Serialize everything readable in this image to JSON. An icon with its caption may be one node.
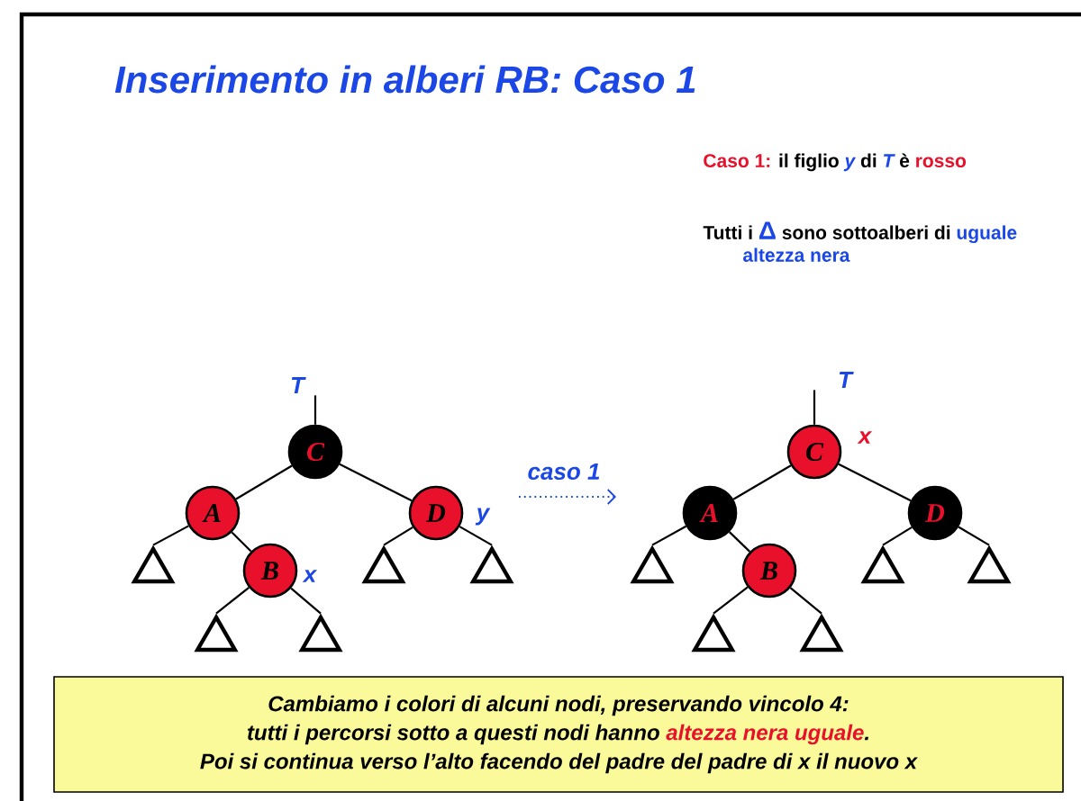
{
  "diagram": {
    "title": "Inserimento in alberi RB: Caso 1",
    "nodes": [
      {
        "text": [
          "T"
        ]
      },
      {
        "text": [
          "C"
        ]
      },
      {
        "text": [
          "A"
        ]
      },
      {
        "text": [
          "D"
        ],
        "beside": [
          "y"
        ]
      },
      {
        "text": [
          "B"
        ],
        "beside": [
          "x"
        ]
      },
      {
        "text": [],
        "shape": "triangle"
      },
      {
        "text": [],
        "shape": "triangle"
      },
      {
        "text": [],
        "shape": "triangle"
      },
      {
        "text": [],
        "shape": "triangle"
      },
      {
        "text": [],
        "shape": "triangle"
      },
      {
        "text": [
          "T"
        ]
      },
      {
        "text": [
          "C"
        ],
        "beside": [
          "x"
        ]
      },
      {
        "text": [
          "A"
        ]
      },
      {
        "text": [
          "D"
        ]
      },
      {
        "text": [
          "B"
        ]
      },
      {
        "text": [],
        "shape": "triangle"
      },
      {
        "text": [],
        "shape": "triangle"
      },
      {
        "text": [],
        "shape": "triangle"
      },
      {
        "text": [],
        "shape": "triangle"
      },
      {
        "text": [],
        "shape": "triangle"
      },
      {
        "text": [
          "Cambiamo i  colori di alcuni nodi, preservando vincolo 4:",
          "tutti i percorsi sotto a questi nodi hanno",
          "altezza nera uguale",
          ".",
          "Poi si continua verso l’alto facendo del padre del padre di x il nuovo x"
        ]
      }
    ],
    "edges": [
      {
        "from": 0,
        "to": 1,
        "arrow": "none"
      },
      {
        "from": 1,
        "to": 2,
        "arrow": "none"
      },
      {
        "from": 1,
        "to": 3,
        "arrow": "none"
      },
      {
        "from": 2,
        "to": 5,
        "arrow": "none"
      },
      {
        "from": 2,
        "to": 4,
        "arrow": "none"
      },
      {
        "from": 4,
        "to": 6,
        "arrow": "none"
      },
      {
        "from": 4,
        "to": 7,
        "arrow": "none"
      },
      {
        "from": 3,
        "to": 8,
        "arrow": "none"
      },
      {
        "from": 3,
        "to": 9,
        "arrow": "none"
      },
      {
        "from": 10,
        "to": 11,
        "arrow": "none"
      },
      {
        "from": 11,
        "to": 12,
        "arrow": "none"
      },
      {
        "from": 11,
        "to": 13,
        "arrow": "none"
      },
      {
        "from": 12,
        "to": 15,
        "arrow": "none"
      },
      {
        "from": 12,
        "to": 14,
        "arrow": "none"
      },
      {
        "from": 14,
        "to": 16,
        "arrow": "none"
      },
      {
        "from": 14,
        "to": 17,
        "arrow": "none"
      },
      {
        "from": 13,
        "to": 18,
        "arrow": "none"
      },
      {
        "from": 13,
        "to": 19,
        "arrow": "none"
      }
    ],
    "labels": [
      "Caso 1:",
      "il figlio",
      "y",
      "di",
      "T",
      "è",
      "rosso",
      "Tutti i",
      "Δ",
      "sono sottoalberi di",
      "uguale altezza nera",
      "caso 1"
    ]
  }
}
